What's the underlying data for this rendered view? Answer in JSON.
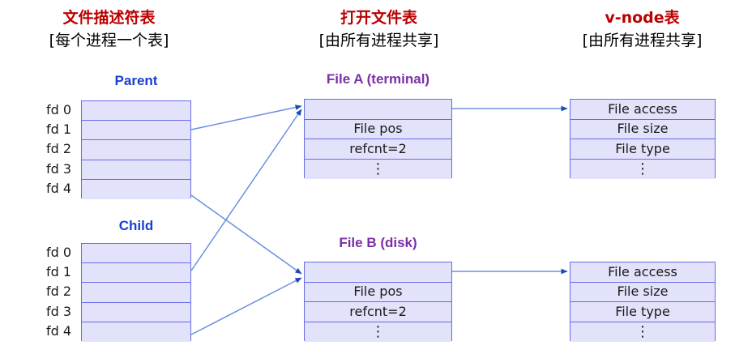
{
  "columns": [
    {
      "id": "fd-table",
      "title": "文件描述符表",
      "subtitle": "[每个进程一个表]"
    },
    {
      "id": "open-file-table",
      "title": "打开文件表",
      "subtitle": "[由所有进程共享]"
    },
    {
      "id": "v-node-table",
      "title": "v-node表",
      "subtitle": "[由所有进程共享]"
    }
  ],
  "processes": [
    {
      "id": "parent",
      "label": "Parent",
      "fds": [
        "fd 0",
        "fd 1",
        "fd 2",
        "fd 3",
        "fd 4"
      ],
      "cells": [
        "",
        "",
        "",
        "",
        ""
      ]
    },
    {
      "id": "child",
      "label": "Child",
      "fds": [
        "fd 0",
        "fd 1",
        "fd 2",
        "fd 3",
        "fd 4"
      ],
      "cells": [
        "",
        "",
        "",
        "",
        ""
      ]
    }
  ],
  "open_files": [
    {
      "id": "file-a",
      "label": "File A (terminal)",
      "rows": [
        "",
        "File pos",
        "refcnt=2",
        "⋮"
      ]
    },
    {
      "id": "file-b",
      "label": "File B (disk)",
      "rows": [
        "",
        "File pos",
        "refcnt=2",
        "⋮"
      ]
    }
  ],
  "vnodes": [
    {
      "id": "vnode-a",
      "rows": [
        "File access",
        "File size",
        "File type",
        "⋮"
      ]
    },
    {
      "id": "vnode-b",
      "rows": [
        "File access",
        "File size",
        "File type",
        "⋮"
      ]
    }
  ],
  "connections": [
    {
      "from": "parent.fd1",
      "to": "file-a"
    },
    {
      "from": "parent.fd4",
      "to": "file-b"
    },
    {
      "from": "child.fd1",
      "to": "file-a"
    },
    {
      "from": "child.fd4",
      "to": "file-b"
    },
    {
      "from": "file-a",
      "to": "vnode-a"
    },
    {
      "from": "file-b",
      "to": "vnode-b"
    }
  ],
  "colors": {
    "title_red": "#bb0000",
    "process_blue": "#1a3fd0",
    "file_purple": "#7b2fa8",
    "box_fill": "#e2e2fa",
    "box_border": "#6a6ae8",
    "arrow": "#4a6fd4"
  }
}
